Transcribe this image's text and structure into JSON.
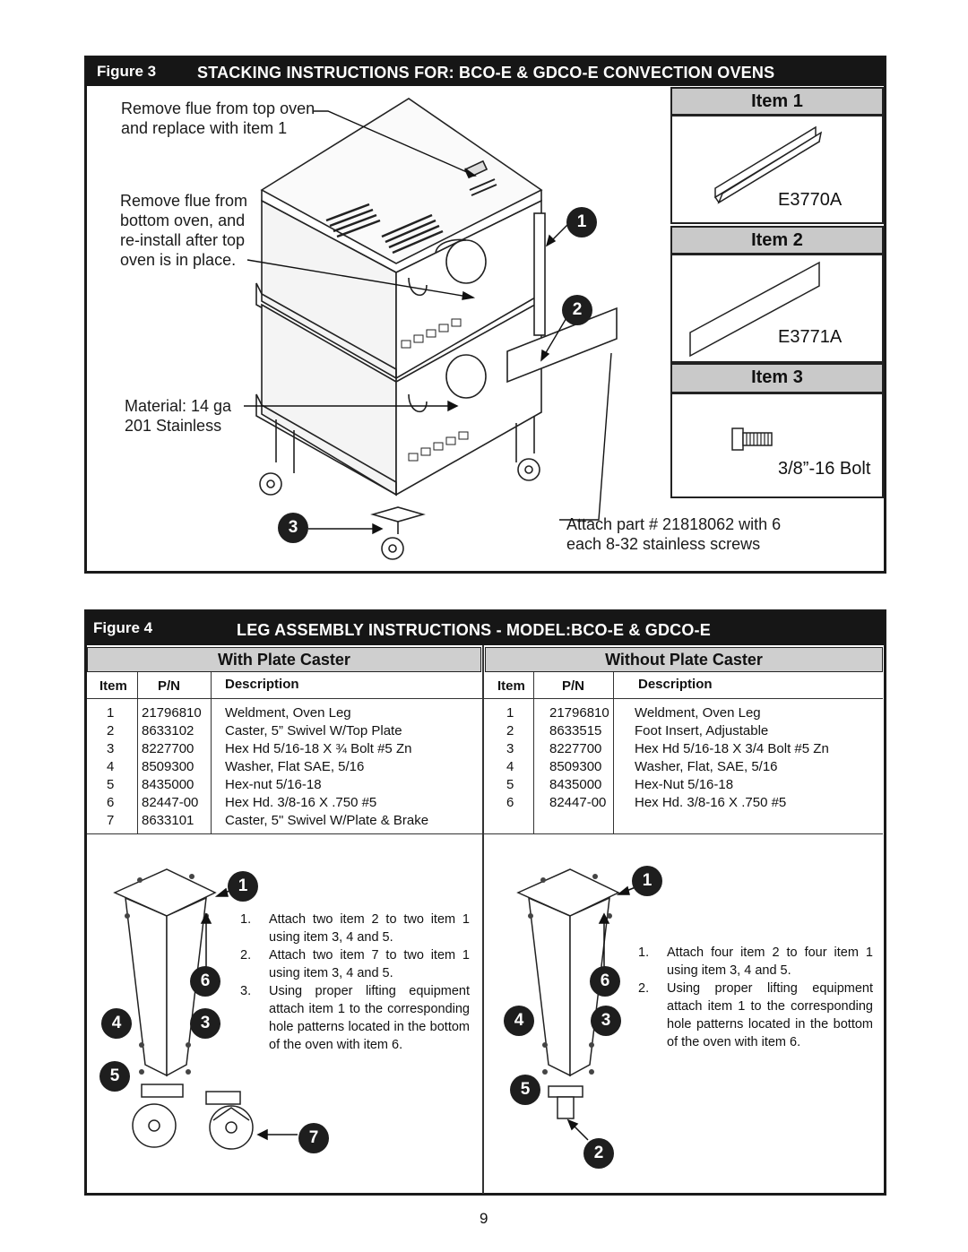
{
  "figure3": {
    "label": "Figure 3",
    "title": "STACKING INSTRUCTIONS FOR: BCO-E & GDCO-E CONVECTION OVENS",
    "notes": {
      "remove_flue_top": "Remove flue from top oven\nand replace with item 1",
      "remove_flue_bottom": "Remove flue from\nbottom oven, and\nre-install after top\noven is in place.",
      "material": "Material: 14 ga\n201 Stainless",
      "attach_part": "Attach part # 21818062 with 6\neach 8-32 stainless screws"
    },
    "callouts": [
      "1",
      "2",
      "3"
    ],
    "items": [
      {
        "title": "Item 1",
        "part": "E3770A"
      },
      {
        "title": "Item 2",
        "part": "E3771A"
      },
      {
        "title": "Item 3",
        "part": "3/8”-16 Bolt"
      }
    ]
  },
  "figure4": {
    "label": "Figure 4",
    "title": "LEG ASSEMBLY INSTRUCTIONS - MODEL:BCO-E & GDCO-E",
    "with_plate": {
      "heading": "With Plate Caster",
      "columns": [
        "Item",
        "P/N",
        "Description"
      ],
      "rows": [
        [
          "1",
          "21796810",
          "Weldment, Oven Leg"
        ],
        [
          "2",
          "8633102",
          "Caster, 5” Swivel W/Top Plate"
        ],
        [
          "3",
          "8227700",
          "Hex Hd 5/16-18 X ¾ Bolt #5 Zn"
        ],
        [
          "4",
          "8509300",
          "Washer, Flat SAE, 5/16"
        ],
        [
          "5",
          "8435000",
          "Hex-nut 5/16-18"
        ],
        [
          "6",
          "82447-00",
          "Hex Hd. 3/8-16 X .750 #5"
        ],
        [
          "7",
          "8633101",
          "Caster, 5\" Swivel W/Plate & Brake"
        ]
      ],
      "steps": [
        {
          "n": "1.",
          "text": "Attach two item 2 to two item 1 using item 3, 4 and 5."
        },
        {
          "n": "2.",
          "text": "Attach two item 7 to two item 1 using item 3, 4 and 5."
        },
        {
          "n": "3.",
          "text": "Using proper lifting equipment attach item 1 to the corresponding hole patterns located in the bottom of the oven with item 6."
        }
      ],
      "callouts": [
        "1",
        "6",
        "4",
        "3",
        "5",
        "7"
      ]
    },
    "without_plate": {
      "heading": "Without Plate Caster",
      "columns": [
        "Item",
        "P/N",
        "Description"
      ],
      "rows": [
        [
          "1",
          "21796810",
          "Weldment, Oven Leg"
        ],
        [
          "2",
          "8633515",
          "Foot Insert, Adjustable"
        ],
        [
          "3",
          "8227700",
          "Hex Hd 5/16-18 X 3/4 Bolt #5 Zn"
        ],
        [
          "4",
          "8509300",
          "Washer, Flat, SAE, 5/16"
        ],
        [
          "5",
          "8435000",
          "Hex-Nut 5/16-18"
        ],
        [
          "6",
          "82447-00",
          "Hex Hd. 3/8-16 X .750 #5"
        ]
      ],
      "steps": [
        {
          "n": "1.",
          "text": "Attach four item 2 to four item 1 using item 3, 4 and 5."
        },
        {
          "n": "2.",
          "text": "Using proper lifting equipment attach item 1 to the corresponding hole patterns located in the bottom of the oven with item 6."
        }
      ],
      "callouts": [
        "1",
        "6",
        "4",
        "3",
        "5",
        "2"
      ]
    }
  },
  "page_number": "9"
}
